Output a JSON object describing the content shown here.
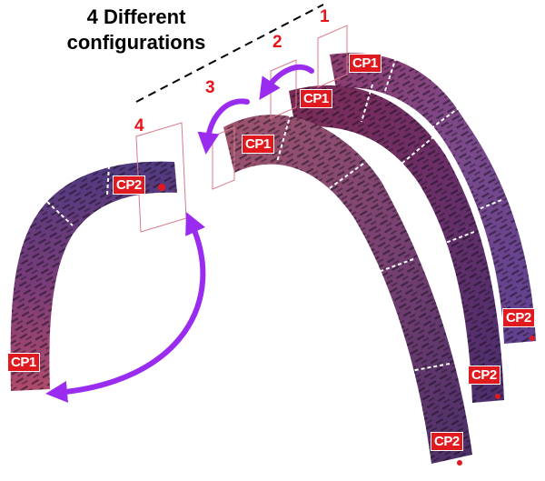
{
  "title_line1": "4 Different",
  "title_line2": "configurations",
  "config_numbers": [
    "1",
    "2",
    "3",
    "4"
  ],
  "point_labels": {
    "cp1_a": "CP1",
    "cp1_b": "CP1",
    "cp1_c": "CP1",
    "cp1_d": "CP1",
    "cp2_a": "CP2",
    "cp2_b": "CP2",
    "cp2_c": "CP2",
    "cp2_d": "CP2"
  },
  "colors": {
    "label_red": "#e11a1f",
    "arrow_purple": "#9a2cf0",
    "band_dark": "#3d1f5c",
    "band_light": "#b0508a"
  }
}
